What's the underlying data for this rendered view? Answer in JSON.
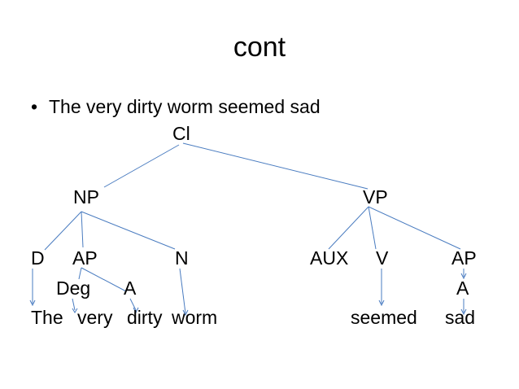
{
  "title": "cont",
  "bullet": {
    "symbol": "•",
    "text": "The very dirty worm seemed sad"
  },
  "tree": {
    "root": "Cl",
    "np": "NP",
    "vp": "VP",
    "d": "D",
    "ap1": "AP",
    "n": "N",
    "aux": "AUX",
    "v": "V",
    "ap2": "AP",
    "deg": "Deg",
    "a1": "A",
    "a2": "A"
  },
  "words": {
    "the": "The",
    "very": "very",
    "dirty": "dirty",
    "worm": "worm",
    "seemed": "seemed",
    "sad": "sad"
  },
  "colors": {
    "connector": "#4a7cc0",
    "text": "#000000",
    "background": "#ffffff"
  }
}
